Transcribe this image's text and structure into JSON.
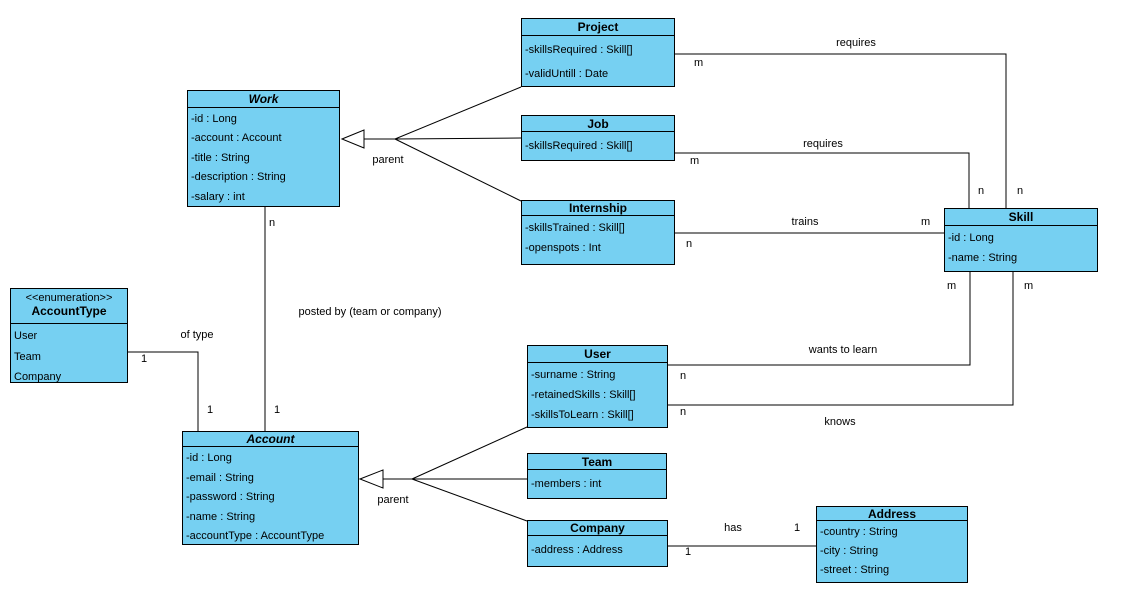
{
  "colors": {
    "node_fill": "#76D0F2",
    "node_border": "#000000"
  },
  "classes": {
    "project": {
      "name": "Project",
      "attributes": [
        "-skillsRequired : Skill[]",
        "-validUntill : Date"
      ]
    },
    "work": {
      "name": "Work",
      "abstract": true,
      "attributes": [
        "-id : Long",
        "-account : Account",
        "-title : String",
        "-description : String",
        "-salary : int"
      ]
    },
    "job": {
      "name": "Job",
      "attributes": [
        "-skillsRequired : Skill[]"
      ]
    },
    "internship": {
      "name": "Internship",
      "attributes": [
        "-skillsTrained : Skill[]",
        "-openspots : Int"
      ]
    },
    "skill": {
      "name": "Skill",
      "attributes": [
        "-id : Long",
        "-name : String"
      ]
    },
    "user": {
      "name": "User",
      "attributes": [
        "-surname : String",
        "-retainedSkills : Skill[]",
        "-skillsToLearn : Skill[]"
      ]
    },
    "account": {
      "name": "Account",
      "abstract": true,
      "attributes": [
        "-id : Long",
        "-email : String",
        "-password : String",
        "-name : String",
        "-accountType : AccountType"
      ]
    },
    "team": {
      "name": "Team",
      "attributes": [
        "-members : int"
      ]
    },
    "company": {
      "name": "Company",
      "attributes": [
        "-address : Address"
      ]
    },
    "address": {
      "name": "Address",
      "attributes": [
        "-country : String",
        "-city : String",
        "-street : String"
      ]
    }
  },
  "enumeration": {
    "stereotype": "<<enumeration>>",
    "name": "AccountType",
    "values": [
      "User",
      "Team",
      "Company"
    ]
  },
  "rel": {
    "requires_project": "requires",
    "requires_job": "requires",
    "trains": "trains",
    "wants_to_learn": "wants to learn",
    "knows": "knows",
    "posted_by": "posted by (team or company)",
    "of_type": "of type",
    "has": "has",
    "parent_work": "parent",
    "parent_account": "parent"
  },
  "mult": {
    "m": "m",
    "n": "n",
    "one": "1"
  }
}
